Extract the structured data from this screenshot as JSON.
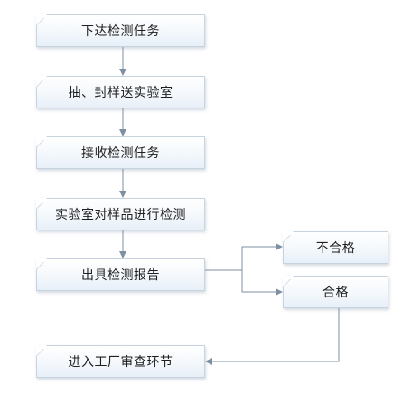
{
  "diagram": {
    "nodes": [
      {
        "id": "n1",
        "label": "下达检测任务"
      },
      {
        "id": "n2",
        "label": "抽、封样送实验室"
      },
      {
        "id": "n3",
        "label": "接收检测任务"
      },
      {
        "id": "n4",
        "label": "实验室对样品进行检测"
      },
      {
        "id": "n5",
        "label": "出具检测报告"
      },
      {
        "id": "n6",
        "label": "不合格"
      },
      {
        "id": "n7",
        "label": "合格"
      },
      {
        "id": "n8",
        "label": "进入工厂审查环节"
      }
    ],
    "edges": [
      {
        "from": "n1",
        "to": "n2"
      },
      {
        "from": "n2",
        "to": "n3"
      },
      {
        "from": "n3",
        "to": "n4"
      },
      {
        "from": "n4",
        "to": "n5"
      },
      {
        "from": "n5",
        "to": "n6"
      },
      {
        "from": "n5",
        "to": "n7"
      },
      {
        "from": "n7",
        "to": "n8"
      }
    ],
    "colors": {
      "line": "#7f8fa3",
      "node_border": "#c7d3df",
      "text": "#1f1f1f"
    }
  }
}
